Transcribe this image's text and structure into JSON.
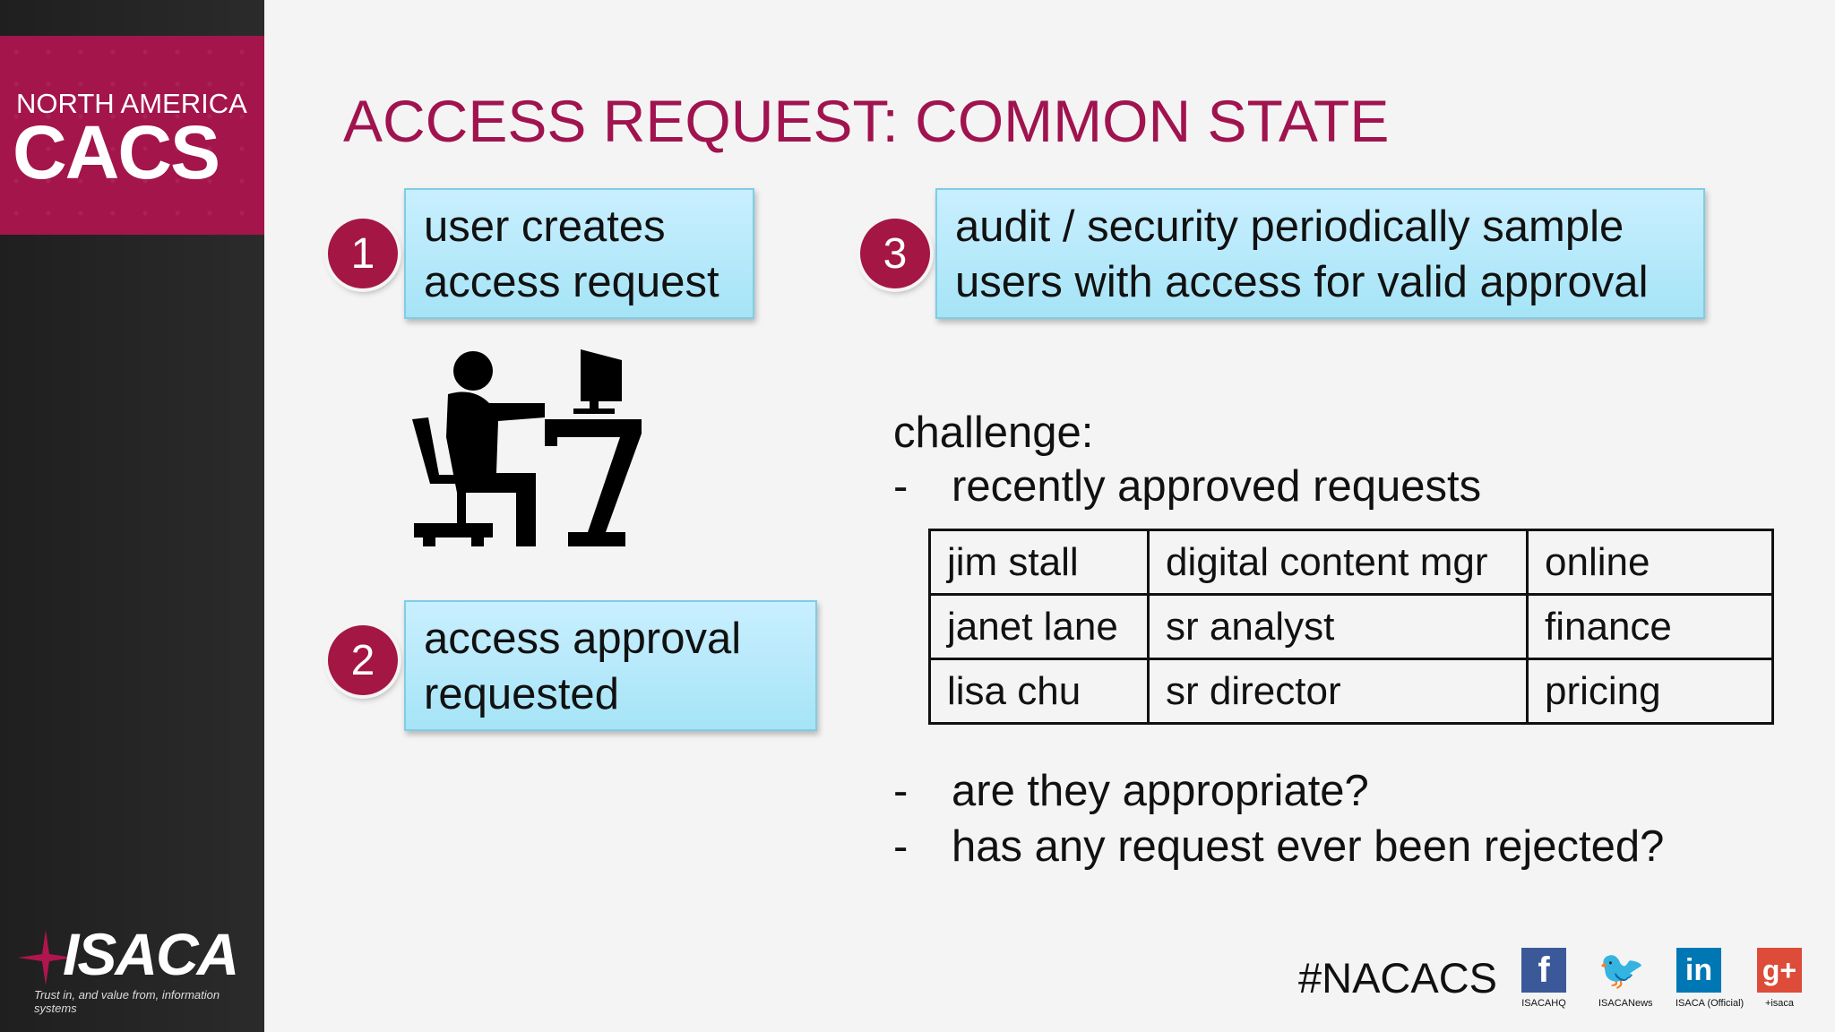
{
  "brand": {
    "region": "NORTH AMERICA",
    "name": "CACS"
  },
  "footer_logo": {
    "name": "ISACA",
    "tagline": "Trust in, and value from, information systems"
  },
  "slide": {
    "title": "ACCESS REQUEST: COMMON STATE",
    "steps": [
      {
        "number": "1",
        "line1": "user creates",
        "line2": "access request"
      },
      {
        "number": "2",
        "line1": "access approval",
        "line2": "requested"
      },
      {
        "number": "3",
        "line1": "audit / security periodically sample",
        "line2": "users with access for valid approval"
      }
    ],
    "challenge_heading": "challenge:",
    "bullets": [
      {
        "dash": "-",
        "text": "recently approved requests"
      },
      {
        "dash": "-",
        "text": "are they appropriate?"
      },
      {
        "dash": "-",
        "text": "has any request ever been rejected?"
      }
    ],
    "table_rows": [
      [
        "jim stall",
        "digital content mgr",
        "online"
      ],
      [
        "janet lane",
        "sr analyst",
        "finance"
      ],
      [
        "lisa chu",
        "sr director",
        "pricing"
      ]
    ]
  },
  "social": {
    "hashtag": "#NACACS",
    "links": [
      {
        "icon": "facebook-icon",
        "glyph": "f",
        "label": "ISACAHQ",
        "color": "#3b5998"
      },
      {
        "icon": "twitter-icon",
        "glyph": "🐦",
        "label": "ISACANews",
        "color": "#1da1f2"
      },
      {
        "icon": "linkedin-icon",
        "glyph": "in",
        "label": "ISACA (Official)",
        "color": "#0077b5"
      },
      {
        "icon": "googleplus-icon",
        "glyph": "g+",
        "label": "+isaca",
        "color": "#dd4b39"
      }
    ]
  },
  "colors": {
    "accent": "#a0134f",
    "box": "#b8eafa",
    "sidebar": "#262626"
  }
}
